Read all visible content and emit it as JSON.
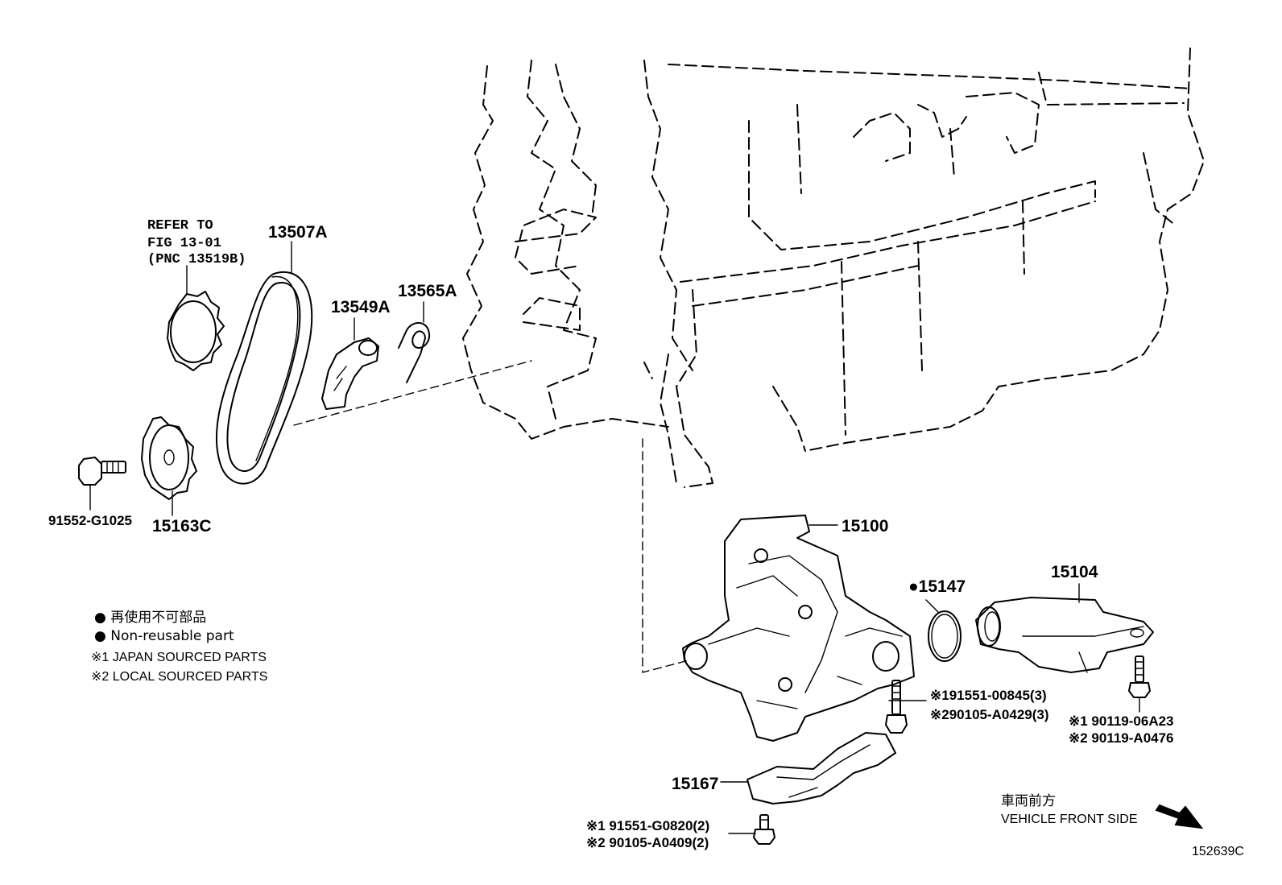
{
  "refer": {
    "line1": "REFER TO",
    "line2": "FIG 13-01",
    "line3": "(PNC 13519B)"
  },
  "parts": {
    "p13507A": "13507A",
    "p13549A": "13549A",
    "p13565A": "13565A",
    "p91552": "91552-G1025",
    "p15163C": "15163C",
    "p15100": "15100",
    "p15147": "●15147",
    "p15104": "15104",
    "p15167": "15167",
    "bolt_a1": "※191551-00845(3)",
    "bolt_a2": "※290105-A0429(3)",
    "bolt_b1": "※1 90119-06A23",
    "bolt_b2": "※2 90119-A0476",
    "bolt_c1": "※1 91551-G0820(2)",
    "bolt_c2": "※2 90105-A0409(2)"
  },
  "legend": {
    "jp": "● 再使用不可部品",
    "en": "● Non-reusable part",
    "note1": "※1 JAPAN SOURCED PARTS",
    "note2": "※2 LOCAL SOURCED PARTS"
  },
  "direction": {
    "jp": "車両前方",
    "en": "VEHICLE FRONT SIDE"
  },
  "figure_id": "152639C"
}
